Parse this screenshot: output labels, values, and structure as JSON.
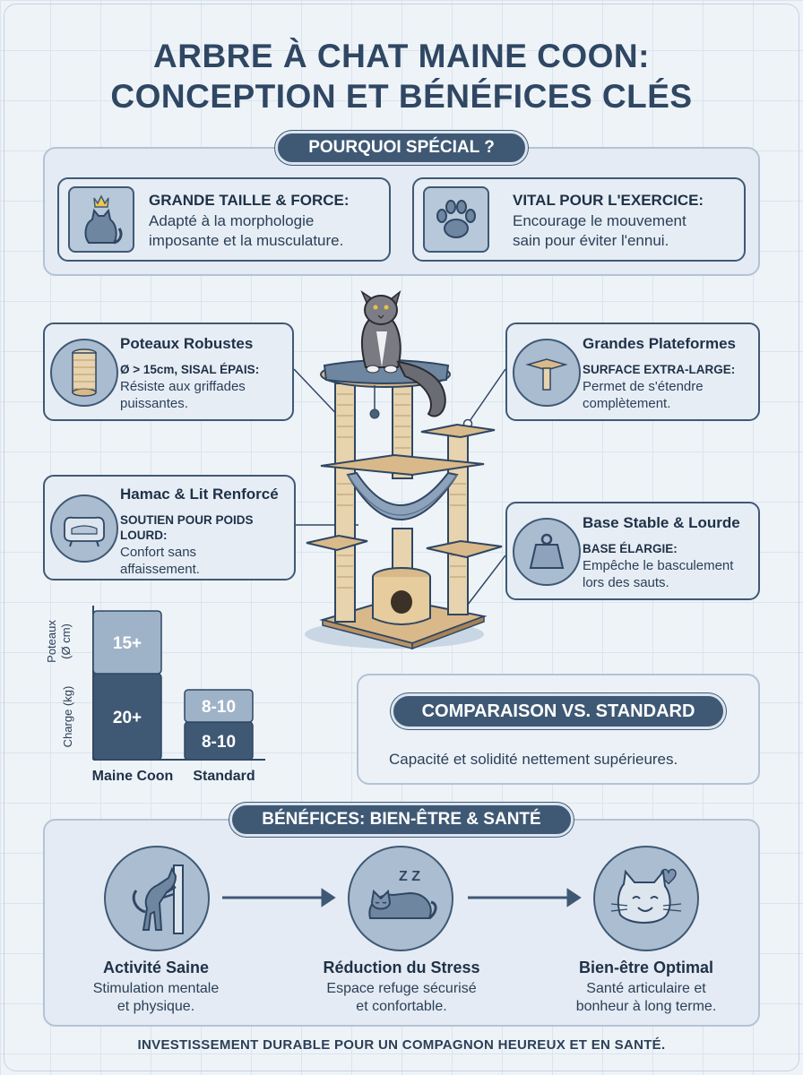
{
  "title_line1": "ARBRE À CHAT MAINE COON:",
  "title_line2": "CONCEPTION ET BÉNÉFICES CLÉS",
  "why": {
    "label": "POURQUOI SPÉCIAL ?",
    "cards": [
      {
        "head": "GRANDE TAILLE & FORCE:",
        "line1": "Adapté à la morphologie",
        "line2": "imposante et la musculature.",
        "icon": "crowned-cat-icon"
      },
      {
        "head": "VITAL POUR L'EXERCICE:",
        "line1": "Encourage le mouvement",
        "line2": "sain pour éviter l'ennui.",
        "icon": "paw-icon"
      }
    ]
  },
  "features": {
    "posts": {
      "title": "Poteaux Robustes",
      "sub": "Ø > 15cm, SISAL ÉPAIS:",
      "line1": "Résiste aux griffades",
      "line2": "puissantes.",
      "icon": "sisal-post-icon"
    },
    "platforms": {
      "title": "Grandes Plateformes",
      "sub": "SURFACE EXTRA-LARGE:",
      "line1": "Permet de s'étendre",
      "line2": "complètement.",
      "icon": "platform-icon"
    },
    "hammock": {
      "title": "Hamac & Lit Renforcé",
      "sub1": "SOUTIEN POUR POIDS",
      "sub2": "LOURD:",
      "line1": "Confort sans",
      "line2": "affaissement.",
      "icon": "cat-bed-icon"
    },
    "base": {
      "title": "Base Stable & Lourde",
      "sub": "BASE ÉLARGIE:",
      "line1": "Empêche le basculement",
      "line2": "lors des sauts.",
      "icon": "weight-icon"
    }
  },
  "chart_data": {
    "type": "bar",
    "categories": [
      "Maine Coon",
      "Standard"
    ],
    "series": [
      {
        "name": "Charge (kg)",
        "labels": [
          "20+",
          "8-10"
        ]
      },
      {
        "name": "Poteaux (Ø cm)",
        "labels": [
          "15+",
          "8-10"
        ]
      }
    ],
    "ylabel_bottom": "Charge (kg)",
    "ylabel_top_line1": "Poteaux",
    "ylabel_top_line2": "(Ø cm)",
    "colors": {
      "charge": "#3f5975",
      "poteaux": "#9fb3c8"
    }
  },
  "comparison": {
    "label": "COMPARAISON VS. STANDARD",
    "text": "Capacité et solidité nettement supérieures."
  },
  "benefits": {
    "label": "BÉNÉFICES: BIEN-ÊTRE & SANTÉ",
    "items": [
      {
        "head": "Activité Saine",
        "line1": "Stimulation mentale",
        "line2": "et physique.",
        "icon": "scratching-cat-icon"
      },
      {
        "head": "Réduction du Stress",
        "line1": "Espace refuge sécurisé",
        "line2": "et confortable.",
        "icon": "sleeping-cat-icon",
        "zz": "Z Z"
      },
      {
        "head": "Bien-être Optimal",
        "line1": "Santé articulaire et",
        "line2": "bonheur à long terme.",
        "icon": "happy-cat-icon"
      }
    ]
  },
  "footer": "INVESTISSEMENT DURABLE POUR UN COMPAGNON HEUREUX ET EN SANTÉ."
}
